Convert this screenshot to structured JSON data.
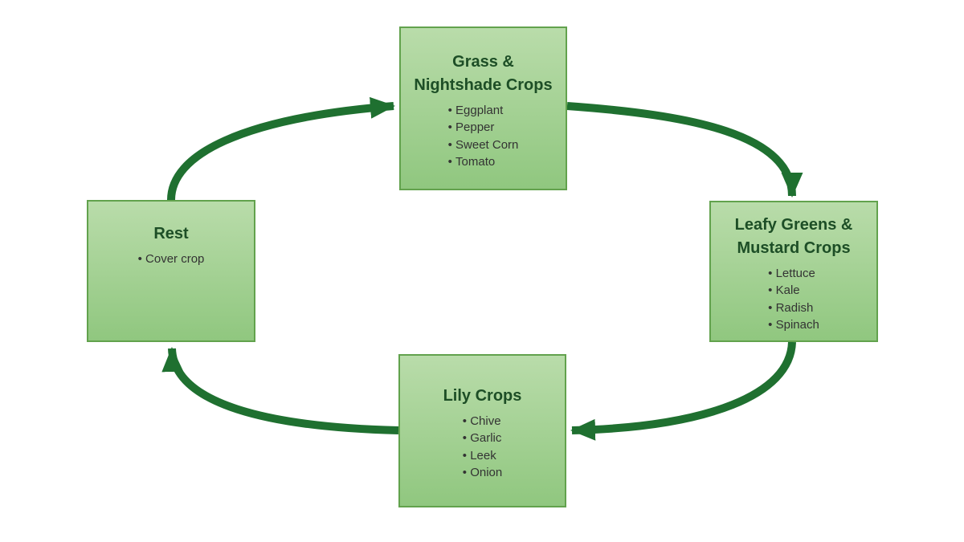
{
  "colors": {
    "background": "#ffffff",
    "box_fill_top": "#b9dcaa",
    "box_fill_bottom": "#90c77f",
    "box_border": "#62a24d",
    "title_text": "#1d4e26",
    "body_text": "#333333",
    "arrow": "#1f7030"
  },
  "diagram": {
    "type": "cycle",
    "direction": "clockwise",
    "bullet_glyph": "•",
    "nodes": [
      {
        "id": "grass-nightshade",
        "position": "top",
        "title": "Grass & Nightshade Crops",
        "items": [
          "Eggplant",
          "Pepper",
          "Sweet Corn",
          "Tomato"
        ]
      },
      {
        "id": "leafy-mustard",
        "position": "right",
        "title": "Leafy Greens & Mustard Crops",
        "items": [
          "Lettuce",
          "Kale",
          "Radish",
          "Spinach"
        ]
      },
      {
        "id": "lily",
        "position": "bottom",
        "title": "Lily Crops",
        "items": [
          "Chive",
          "Garlic",
          "Leek",
          "Onion"
        ]
      },
      {
        "id": "rest",
        "position": "left",
        "title": "Rest",
        "items": [
          "Cover crop"
        ]
      }
    ],
    "edges": [
      {
        "from": "rest",
        "to": "grass-nightshade"
      },
      {
        "from": "grass-nightshade",
        "to": "leafy-mustard"
      },
      {
        "from": "leafy-mustard",
        "to": "lily"
      },
      {
        "from": "lily",
        "to": "rest"
      }
    ]
  }
}
